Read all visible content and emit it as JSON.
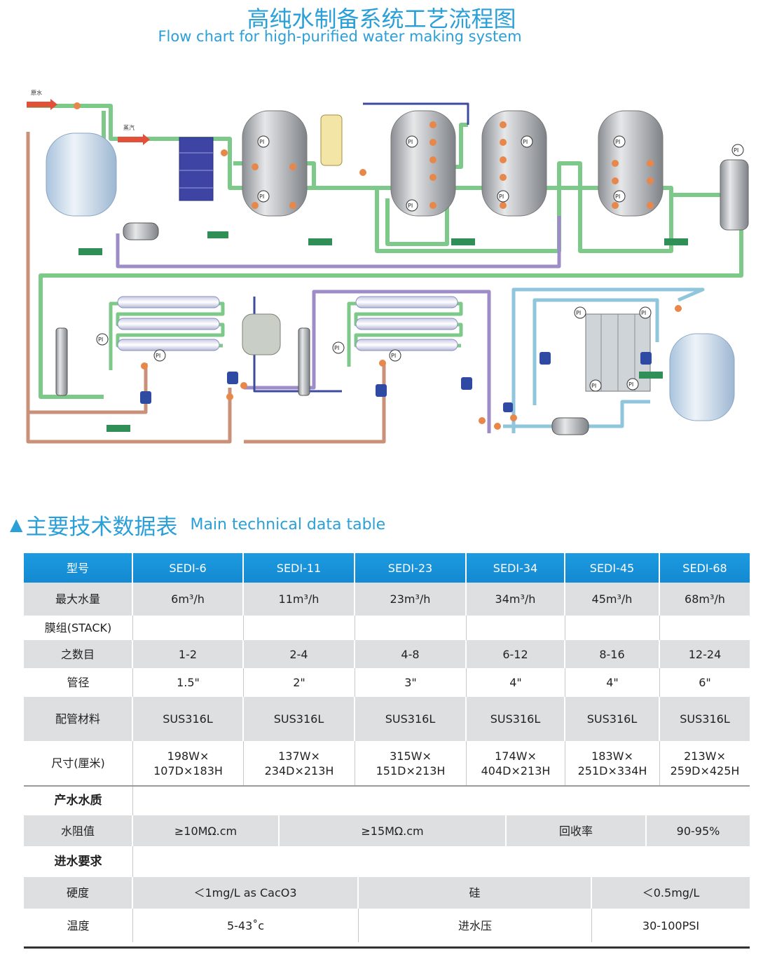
{
  "header": {
    "title_cn": "高纯水制备系统工艺流程图",
    "title_en": "Flow chart for high-purified water making system"
  },
  "diagram": {
    "labels": {
      "raw_water": "原水",
      "steam": "蒸汽",
      "pi": "PI"
    },
    "colors": {
      "pipe_green": "#7dc98a",
      "pipe_purple": "#9d8cc7",
      "pipe_copper": "#c9907a",
      "pipe_blue": "#8fc6dc",
      "pipe_navy": "#3c4aa0",
      "tank_steel": "#b9bcc0",
      "valve_orange": "#e8874a",
      "arrow_red": "#e2503a"
    }
  },
  "section": {
    "marker": "▲",
    "title_cn": "主要技术数据表",
    "title_en": "Main technical data table"
  },
  "table": {
    "header": [
      "型号",
      "SEDI-6",
      "SEDI-11",
      "SEDI-23",
      "SEDI-34",
      "SEDI-45",
      "SEDI-68"
    ],
    "flow": [
      "最大水量",
      "6m³/h",
      "11m³/h",
      "23m³/h",
      "34m³/h",
      "45m³/h",
      "68m³/h"
    ],
    "stack_label": "膜组(STACK)",
    "stack": [
      "之数目",
      "1-2",
      "2-4",
      "4-8",
      "6-12",
      "8-16",
      "12-24"
    ],
    "pipe": [
      "管径",
      "1.5\"",
      "2\"",
      "3\"",
      "4\"",
      "4\"",
      "6\""
    ],
    "material": [
      "配管材料",
      "SUS316L",
      "SUS316L",
      "SUS316L",
      "SUS316L",
      "SUS316L",
      "SUS316L"
    ],
    "size_label": "尺寸(厘米)",
    "size": [
      [
        "198W×",
        "107D×183H"
      ],
      [
        "137W×",
        "234D×213H"
      ],
      [
        "315W×",
        "151D×213H"
      ],
      [
        "174W×",
        "404D×213H"
      ],
      [
        "183W×",
        "251D×334H"
      ],
      [
        "213W×",
        "259D×425H"
      ]
    ],
    "product_quality": "产水水质",
    "resistivity": [
      "水阻值",
      "≥10MΩ.cm",
      "≥15MΩ.cm",
      "回收率",
      "90-95%"
    ],
    "feed_req": "进水要求",
    "hardness": [
      "硬度",
      "＜1mg/L as CacO3",
      "硅",
      "＜0.5mg/L"
    ],
    "temperature": [
      "温度",
      "5-43˚c",
      "进水压",
      "30-100PSI"
    ]
  }
}
